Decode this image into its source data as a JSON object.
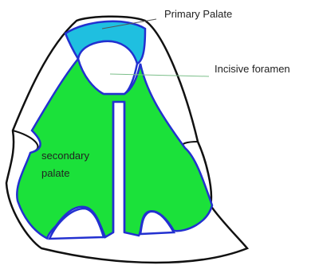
{
  "diagram": {
    "labels": {
      "primary_palate": "Primary Palate",
      "incisive_foramen": "Incisive foramen",
      "secondary_palate_line1": "secondary",
      "secondary_palate_line2": "palate"
    },
    "colors": {
      "primary_palate_fill": "#1fbfe0",
      "secondary_palate_fill": "#1be13a",
      "palate_outline": "#2230d0",
      "outer_outline": "#111111",
      "leader_line_primary": "#555555",
      "leader_line_foramen": "#7cbf8a"
    }
  }
}
